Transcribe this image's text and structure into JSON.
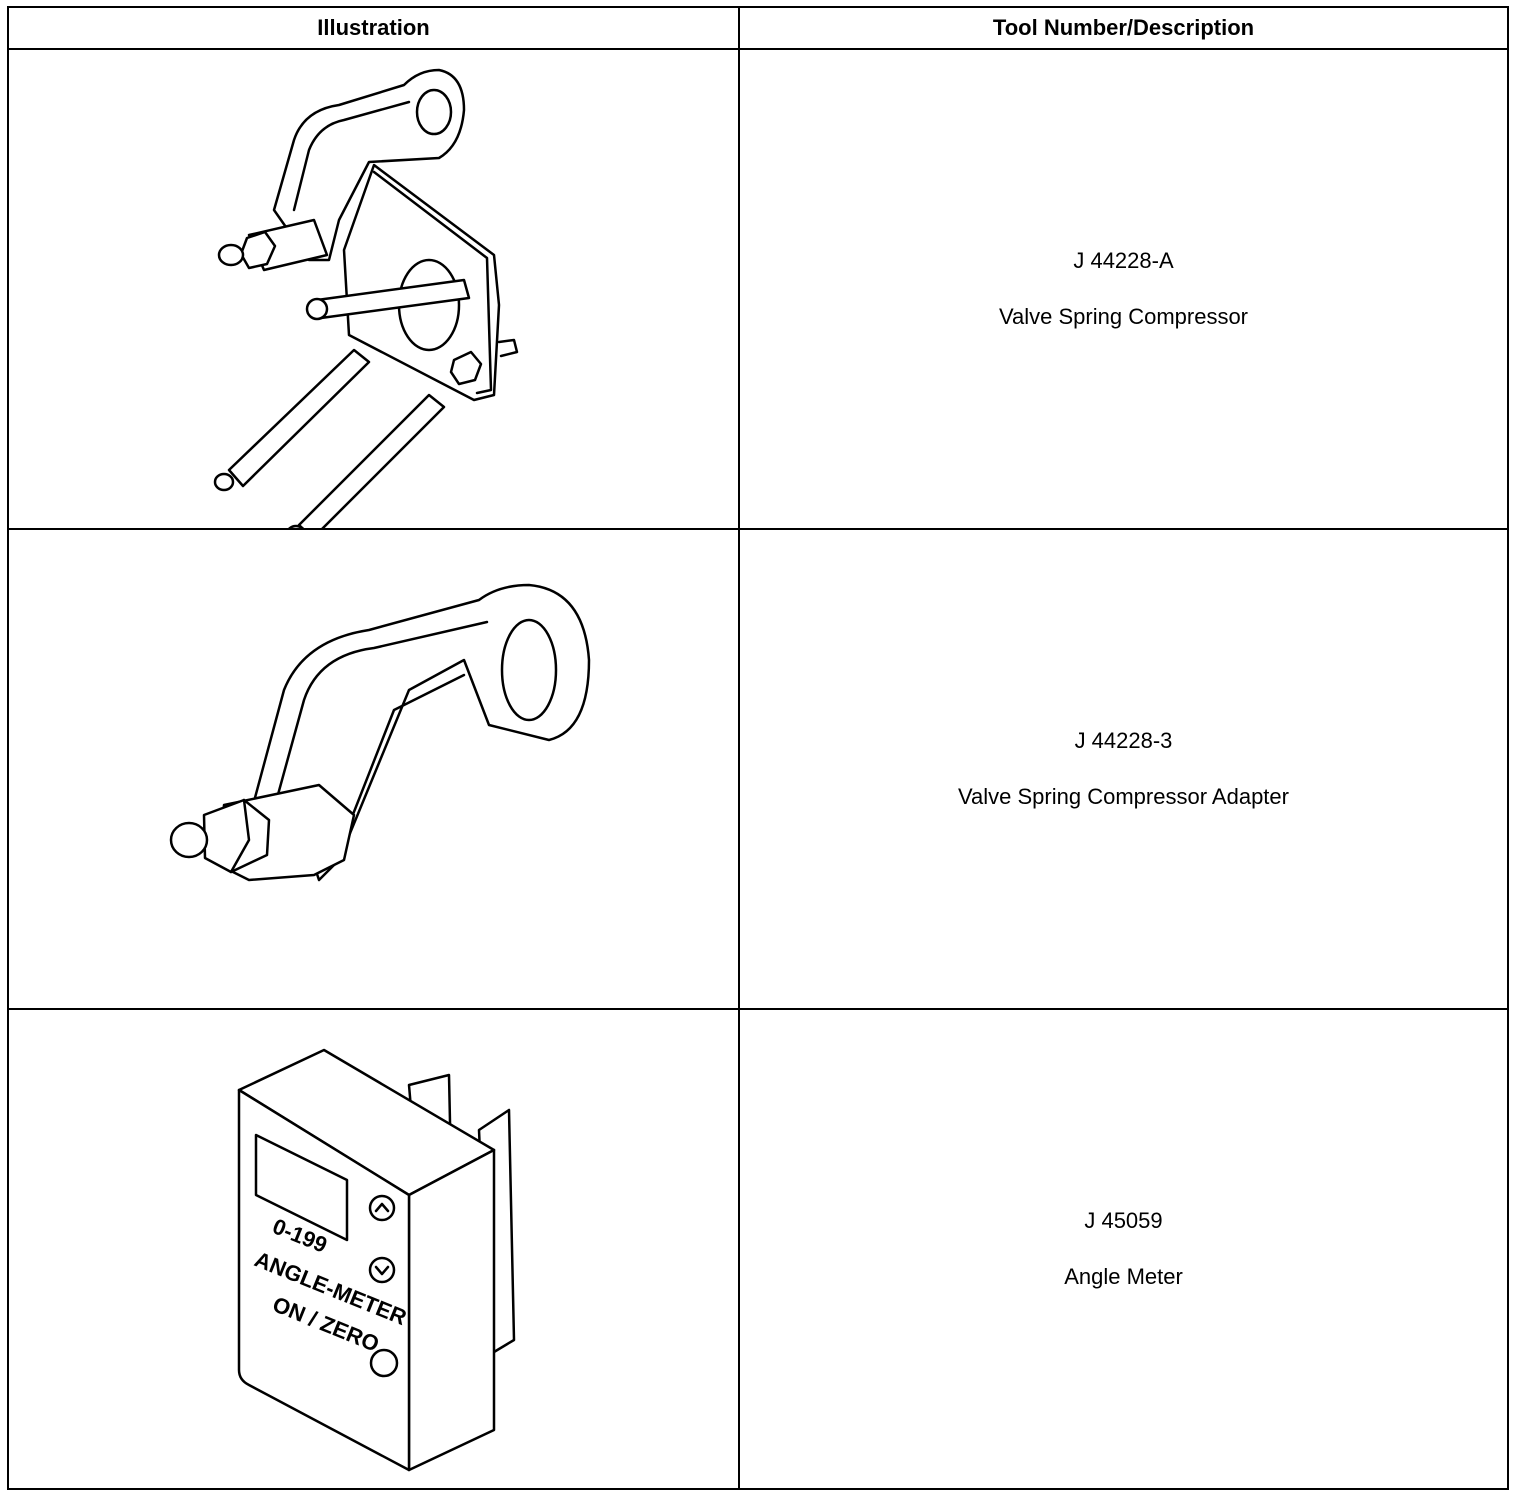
{
  "table": {
    "headers": {
      "illustration": "Illustration",
      "tool": "Tool Number/Description"
    },
    "rows": [
      {
        "tool_number": "J 44228-A",
        "description": "Valve Spring Compressor",
        "illustration": "valve-spring-compressor-drawing"
      },
      {
        "tool_number": "J 44228-3",
        "description": "Valve Spring Compressor Adapter",
        "illustration": "compressor-adapter-drawing"
      },
      {
        "tool_number": "J 45059",
        "description": "Angle Meter",
        "illustration": "angle-meter-drawing"
      }
    ]
  },
  "angle_meter_face": {
    "range": "0-199",
    "name": "ANGLE-METER",
    "button": "ON / ZERO"
  }
}
